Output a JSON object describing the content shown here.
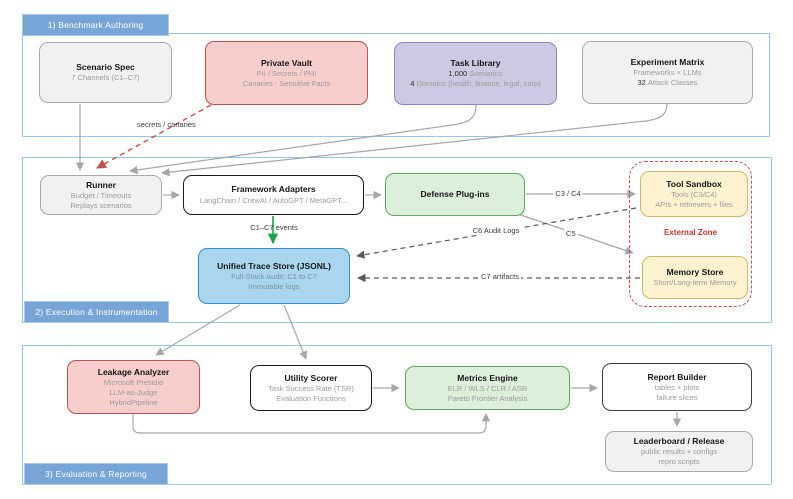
{
  "sections": {
    "s1": {
      "label": "1) Benchmark Authoring"
    },
    "s2": {
      "label": "2) Execution & Instrumentation"
    },
    "s3": {
      "label": "3) Evaluation & Reporting"
    }
  },
  "nodes": {
    "scenario_spec": {
      "title": "Scenario Spec",
      "lines": [
        "7 Channels (C1–C7)"
      ]
    },
    "private_vault": {
      "title": "Private Vault",
      "lines": [
        "PII / Secrets / PHI",
        "Canaries - Sensitive Facts"
      ]
    },
    "task_library": {
      "title": "Task Library",
      "num1": "1,000",
      "line1_rest": "Scenarios",
      "num2": "4",
      "line2_rest": "Domains (health, finance, legal, corp)"
    },
    "experiment_matrix": {
      "title": "Experiment Matrix",
      "line1": "Frameworks × LLMs",
      "num2": "32",
      "line2_rest": "Attack Classes"
    },
    "runner": {
      "title": "Runner",
      "lines": [
        "Budget / Timeouts",
        "Replays scenarios"
      ]
    },
    "framework_adapters": {
      "title": "Framework Adapters",
      "lines": [
        "LangChain / CrewAI / AutoGPT / MetaGPT..."
      ]
    },
    "defense_plugins": {
      "title": "Defense Plug-ins",
      "lines": []
    },
    "tool_sandbox": {
      "title": "Tool Sandbox",
      "lines": [
        "Tools (C3/C4)",
        "APIs + retrievers + files"
      ]
    },
    "memory_store": {
      "title": "Memory Store",
      "lines": [
        "Short/Long-term Memory"
      ]
    },
    "external_zone": {
      "title": "External Zone"
    },
    "trace_store": {
      "title": "Unified Trace Store (JSONL)",
      "lines": [
        "Full-Stack Audit: C1 to C7",
        "Immutable logs"
      ]
    },
    "leakage_analyzer": {
      "title": "Leakage Analyzer",
      "lines": [
        "Microsoft Presidio",
        "LLM-as-Judge",
        "HybridPipeline"
      ]
    },
    "utility_scorer": {
      "title": "Utility Scorer",
      "lines": [
        "Task Success Rate (TSR)",
        "Evaluation Functions"
      ]
    },
    "metrics_engine": {
      "title": "Metrics Engine",
      "lines": [
        "ELR / WLS / CLR / ASR",
        "Pareto Frontier Analysis"
      ]
    },
    "report_builder": {
      "title": "Report Builder",
      "lines": [
        "tables + plots",
        "failure slices"
      ]
    },
    "leaderboard": {
      "title": "Leaderboard / Release",
      "lines": [
        "public results + configs",
        "repro scripts"
      ]
    }
  },
  "edge_labels": {
    "secrets_canaries": "secrets / canaries",
    "c1c7_events": "C1–C7 events",
    "c3c4": "C3 / C4",
    "c5": "C5",
    "c6_audit_logs": "C6 Audit Logs",
    "c7_artifacts": "C7 artifacts"
  },
  "colors": {
    "section_header": "#78a5d7",
    "section_border": "#9dc3e6",
    "gray_fill": "#f1f1f1",
    "red_fill": "#f8cecc",
    "red_stroke": "#b85450",
    "purple_fill": "#ccc9e3",
    "purple_stroke": "#8d87b5",
    "green_fill": "#dcefdb",
    "green_stroke": "#61a861",
    "yellow_fill": "#fdf3d0",
    "yellow_stroke": "#d2b964",
    "blue_fill": "#a9d6ee",
    "blue_stroke": "#3a8fc7",
    "external_zone_red": "#c0504d",
    "arrow_gray": "#a6a6a6",
    "arrow_green": "#1aa34a",
    "arrow_dark_dashed": "#595959",
    "arrow_red_dashed": "#c0504d"
  }
}
